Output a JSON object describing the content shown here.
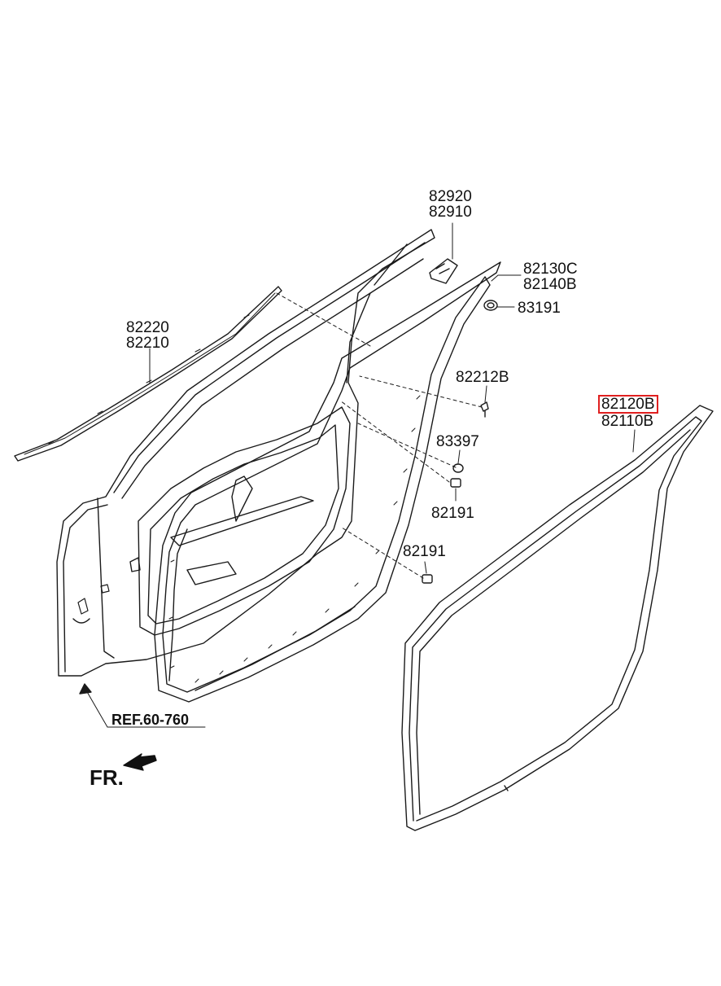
{
  "labels": {
    "p82920": "82920",
    "p82910": "82910",
    "p82130C": "82130C",
    "p82140B": "82140B",
    "p83191": "83191",
    "p82220": "82220",
    "p82210": "82210",
    "p82212B": "82212B",
    "p82120B": "82120B",
    "p82110B": "82110B",
    "p83397": "83397",
    "p82191a": "82191",
    "p82191b": "82191",
    "ref": "REF.60-760",
    "fr": "FR."
  },
  "highlight": {
    "part": "82120B",
    "color": "#e02020"
  }
}
